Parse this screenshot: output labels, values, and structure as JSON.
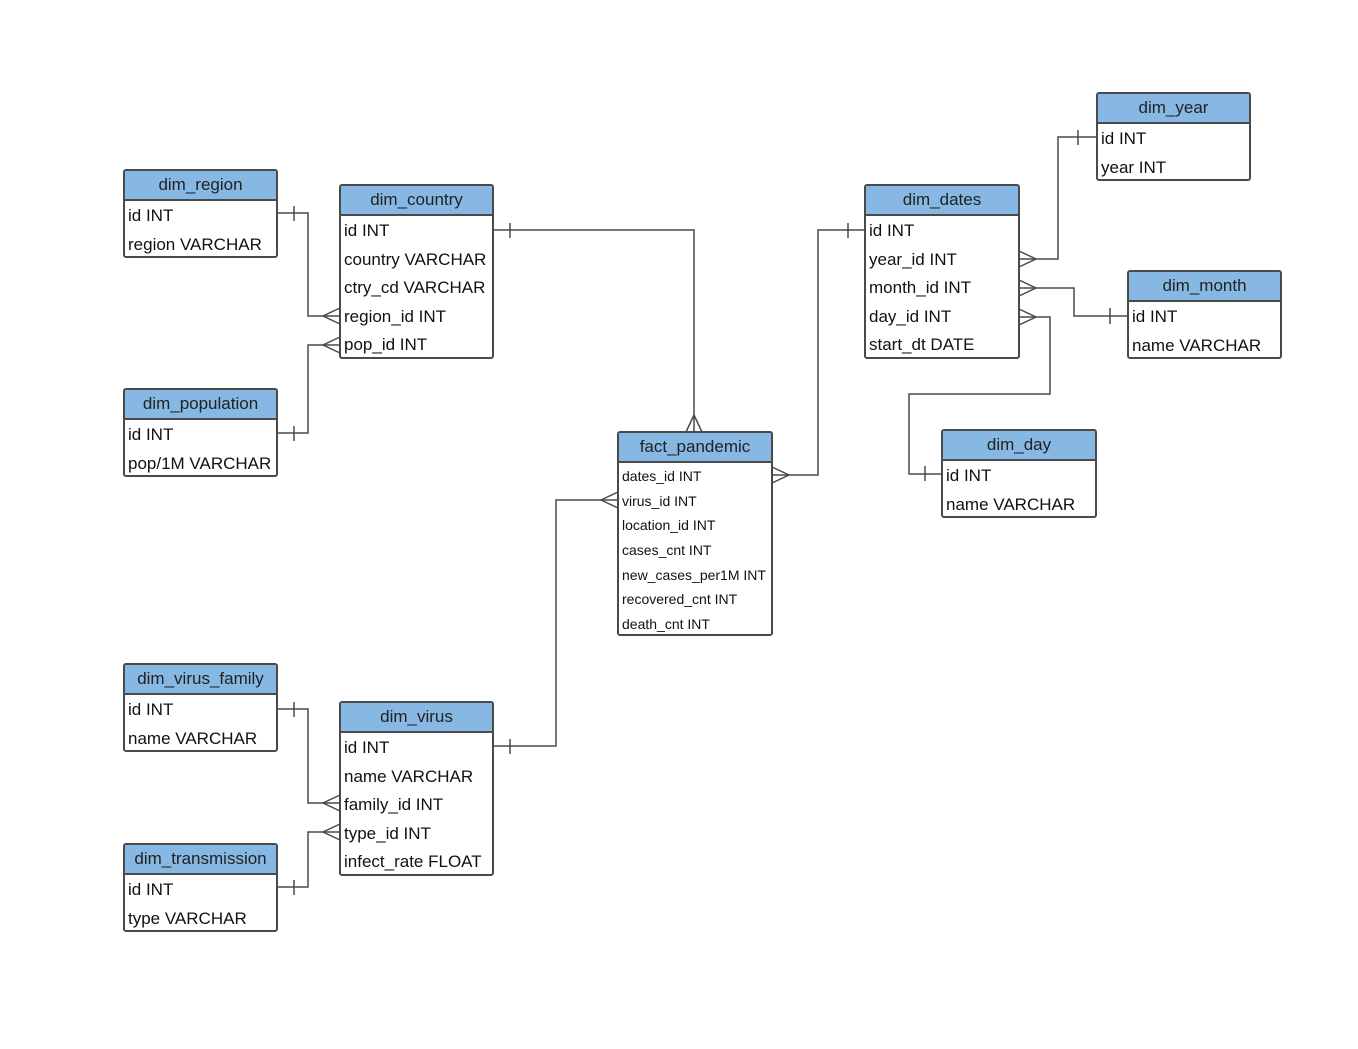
{
  "entities": {
    "dim_region": {
      "title": "dim_region",
      "fields": [
        "id INT",
        "region VARCHAR"
      ]
    },
    "dim_country": {
      "title": "dim_country",
      "fields": [
        "id INT",
        "country VARCHAR",
        "ctry_cd VARCHAR",
        "region_id INT",
        "pop_id INT"
      ]
    },
    "dim_population": {
      "title": "dim_population",
      "fields": [
        "id INT",
        "pop/1M VARCHAR"
      ]
    },
    "fact_pandemic": {
      "title": "fact_pandemic",
      "fields": [
        "dates_id INT",
        "virus_id INT",
        "location_id INT",
        "cases_cnt INT",
        "new_cases_per1M INT",
        "recovered_cnt INT",
        "death_cnt INT"
      ]
    },
    "dim_dates": {
      "title": "dim_dates",
      "fields": [
        "id INT",
        "year_id INT",
        "month_id INT",
        "day_id INT",
        "start_dt DATE"
      ]
    },
    "dim_year": {
      "title": "dim_year",
      "fields": [
        "id INT",
        "year INT"
      ]
    },
    "dim_month": {
      "title": "dim_month",
      "fields": [
        "id INT",
        "name VARCHAR"
      ]
    },
    "dim_day": {
      "title": "dim_day",
      "fields": [
        "id INT",
        "name VARCHAR"
      ]
    },
    "dim_virus_family": {
      "title": "dim_virus_family",
      "fields": [
        "id INT",
        "name VARCHAR"
      ]
    },
    "dim_virus": {
      "title": "dim_virus",
      "fields": [
        "id INT",
        "name VARCHAR",
        "family_id INT",
        "type_id INT",
        "infect_rate FLOAT"
      ]
    },
    "dim_transmission": {
      "title": "dim_transmission",
      "fields": [
        "id INT",
        "type VARCHAR"
      ]
    }
  },
  "relationships": [
    {
      "from": "dim_region.id",
      "to": "dim_country.region_id",
      "cardinality": "one-to-many"
    },
    {
      "from": "dim_population.id",
      "to": "dim_country.pop_id",
      "cardinality": "one-to-many"
    },
    {
      "from": "dim_country.id",
      "to": "fact_pandemic.location_id",
      "cardinality": "one-to-many"
    },
    {
      "from": "dim_dates.id",
      "to": "fact_pandemic.dates_id",
      "cardinality": "one-to-many"
    },
    {
      "from": "dim_virus.id",
      "to": "fact_pandemic.virus_id",
      "cardinality": "one-to-many"
    },
    {
      "from": "dim_year.id",
      "to": "dim_dates.year_id",
      "cardinality": "one-to-many"
    },
    {
      "from": "dim_month.id",
      "to": "dim_dates.month_id",
      "cardinality": "one-to-many"
    },
    {
      "from": "dim_day.id",
      "to": "dim_dates.day_id",
      "cardinality": "one-to-many"
    },
    {
      "from": "dim_virus_family.id",
      "to": "dim_virus.family_id",
      "cardinality": "one-to-many"
    },
    {
      "from": "dim_transmission.id",
      "to": "dim_virus.type_id",
      "cardinality": "one-to-many"
    }
  ],
  "colors": {
    "header_fill": "#86b8e3",
    "border": "#4a4a4a",
    "connector": "#4a4a4a",
    "background": "#ffffff"
  }
}
